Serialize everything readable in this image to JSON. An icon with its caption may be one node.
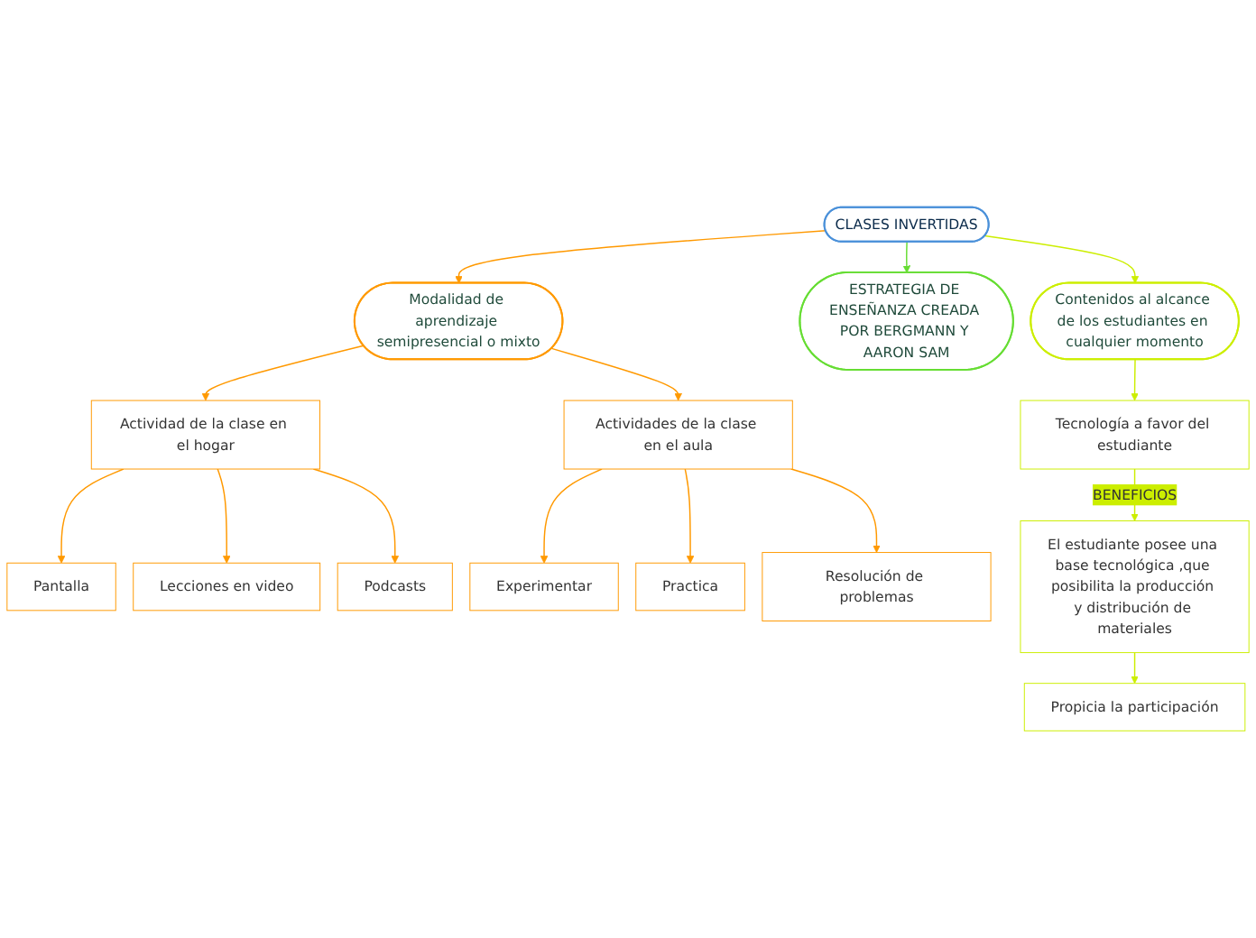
{
  "diagram": {
    "nodes": [
      {
        "text": [
          "CLASES INVERTIDAS"
        ]
      },
      {
        "text": [
          "Modalidad de aprendizaje semipresencial o mixto"
        ]
      },
      {
        "text": [
          "ESTRATEGIA DE ENSEÑANZA CREADA POR BERGMANN Y AARON SAM"
        ]
      },
      {
        "text": [
          "Contenidos al alcance de los estudiantes en cualquier momento"
        ]
      },
      {
        "text": [
          "Actividad de la clase en el hogar"
        ]
      },
      {
        "text": [
          "Actividades de la clase en el aula"
        ]
      },
      {
        "text": [
          "Pantalla"
        ]
      },
      {
        "text": [
          "Lecciones en video"
        ]
      },
      {
        "text": [
          "Podcasts"
        ]
      },
      {
        "text": [
          "Experimentar"
        ]
      },
      {
        "text": [
          "Practica"
        ]
      },
      {
        "text": [
          "Resolución de problemas"
        ]
      },
      {
        "text": [
          "Tecnología a favor del estudiante"
        ]
      },
      {
        "text": [
          "El estudiante posee una base tecnológica ,que posibilita la producción y distribución de materiales"
        ]
      },
      {
        "text": [
          "Propicia la participación"
        ]
      }
    ],
    "edges": [
      {
        "from": 0,
        "to": 1,
        "arrow": "to"
      },
      {
        "from": 0,
        "to": 2,
        "arrow": "to",
        "color": "#66dd33"
      },
      {
        "from": 0,
        "to": 3,
        "arrow": "to",
        "color": "#ccee00"
      },
      {
        "from": 1,
        "to": 4,
        "arrow": "to"
      },
      {
        "from": 1,
        "to": 5,
        "arrow": "to"
      },
      {
        "from": 4,
        "to": 6,
        "arrow": "to"
      },
      {
        "from": 4,
        "to": 7,
        "arrow": "to"
      },
      {
        "from": 4,
        "to": 8,
        "arrow": "to"
      },
      {
        "from": 5,
        "to": 9,
        "arrow": "to"
      },
      {
        "from": 5,
        "to": 10,
        "arrow": "to"
      },
      {
        "from": 5,
        "to": 11,
        "arrow": "to"
      },
      {
        "from": 3,
        "to": 12,
        "arrow": "to",
        "color": "#ccee00"
      },
      {
        "from": 12,
        "to": 13,
        "label": "BENEFICIOS",
        "arrow": "to",
        "color": "#ccee00"
      },
      {
        "from": 13,
        "to": 14,
        "arrow": "to",
        "color": "#ccee00"
      }
    ]
  }
}
